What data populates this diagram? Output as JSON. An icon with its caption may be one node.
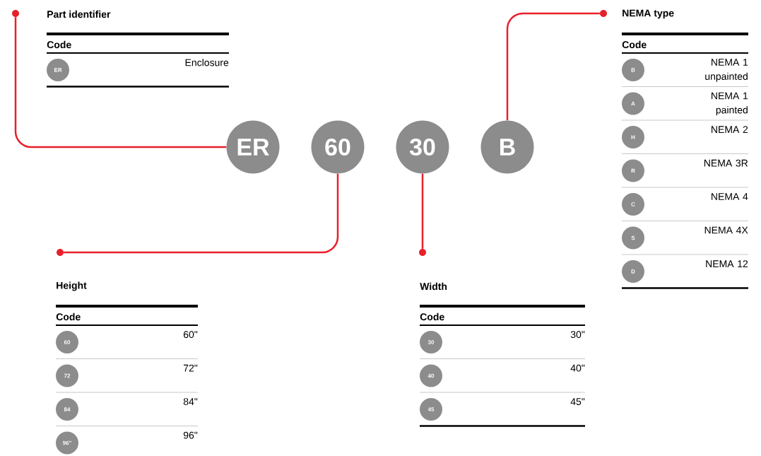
{
  "diagram": {
    "nodes": [
      {
        "text": [],
        "shape": "circle"
      },
      {
        "text": [],
        "shape": "circle"
      },
      {
        "text": [
          "ER"
        ]
      },
      {
        "text": [
          "60"
        ]
      },
      {
        "text": [
          "30"
        ]
      },
      {
        "text": [
          "B"
        ]
      },
      {
        "text": [],
        "shape": "circle"
      },
      {
        "text": [],
        "shape": "circle"
      },
      {
        "text": [
          "ER"
        ]
      },
      {
        "text": [
          "B"
        ]
      },
      {
        "text": [
          "A"
        ]
      },
      {
        "text": [
          "H"
        ]
      },
      {
        "text": [
          "R"
        ]
      },
      {
        "text": [
          "C"
        ]
      },
      {
        "text": [
          "S"
        ]
      },
      {
        "text": [
          "D"
        ]
      },
      {
        "text": [
          "60"
        ]
      },
      {
        "text": [
          "72"
        ]
      },
      {
        "text": [
          "84"
        ]
      },
      {
        "text": [
          "96\""
        ]
      },
      {
        "text": [
          "30"
        ]
      },
      {
        "text": [
          "40"
        ]
      },
      {
        "text": [
          "45"
        ]
      }
    ],
    "edges": [
      {
        "from": 2,
        "to": 0,
        "arrow": "none"
      },
      {
        "from": 5,
        "to": 1,
        "arrow": "none"
      },
      {
        "from": 3,
        "to": 6,
        "arrow": "none"
      },
      {
        "from": 4,
        "to": 7,
        "arrow": "none"
      }
    ],
    "labels": [
      "Part identifier",
      "Code",
      "Enclosure",
      "NEMA type",
      "Code",
      "NEMA 1 unpainted",
      "NEMA 1 painted",
      "NEMA 2",
      "NEMA 3R",
      "NEMA 4",
      "NEMA 4X",
      "NEMA 12",
      "Height",
      "Code",
      "60\"",
      "72\"",
      "84\"",
      "96\"",
      "Width",
      "Code",
      "30\"",
      "40\"",
      "45\""
    ]
  }
}
